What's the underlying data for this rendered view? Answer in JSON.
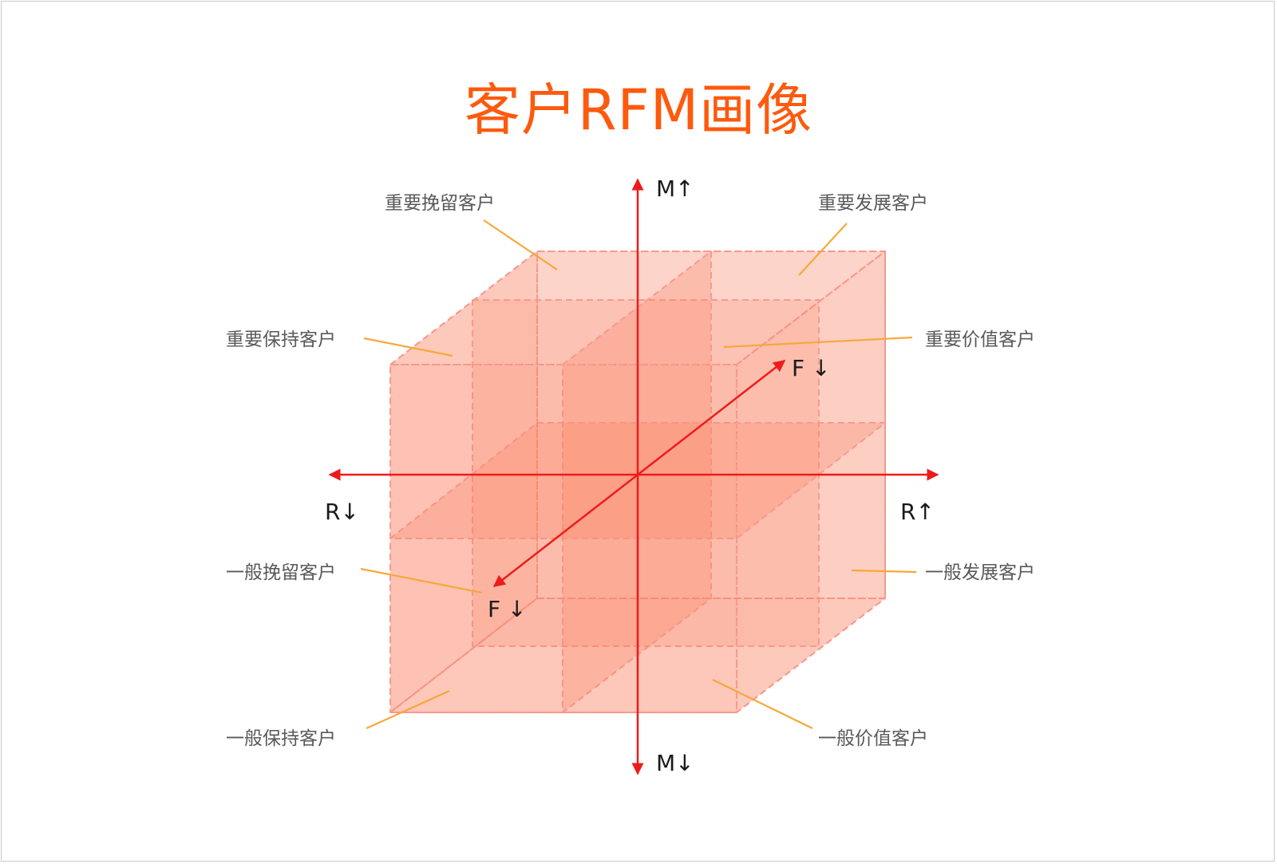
{
  "title": "客户RFM画像",
  "axes": {
    "m_up": "M↑",
    "m_down": "M↓",
    "r_down": "R↓",
    "r_up": "R↑",
    "f_back": "F ↓",
    "f_front": "F ↓"
  },
  "segments": {
    "top_left_back": "重要挽留客户",
    "top_right_back": "重要发展客户",
    "top_left_front": "重要保持客户",
    "top_right_front": "重要价值客户",
    "bottom_left_back": "一般挽留客户",
    "bottom_right_back": "一般发展客户",
    "bottom_left_front": "一般保持客户",
    "bottom_right_front": "一般价值客户"
  },
  "colors": {
    "title": "#fd5a0e",
    "axis": "#ee1b1b",
    "leader": "#f5a93a",
    "cube_fill": "#fb8466",
    "cube_edge": "#f79a91"
  }
}
